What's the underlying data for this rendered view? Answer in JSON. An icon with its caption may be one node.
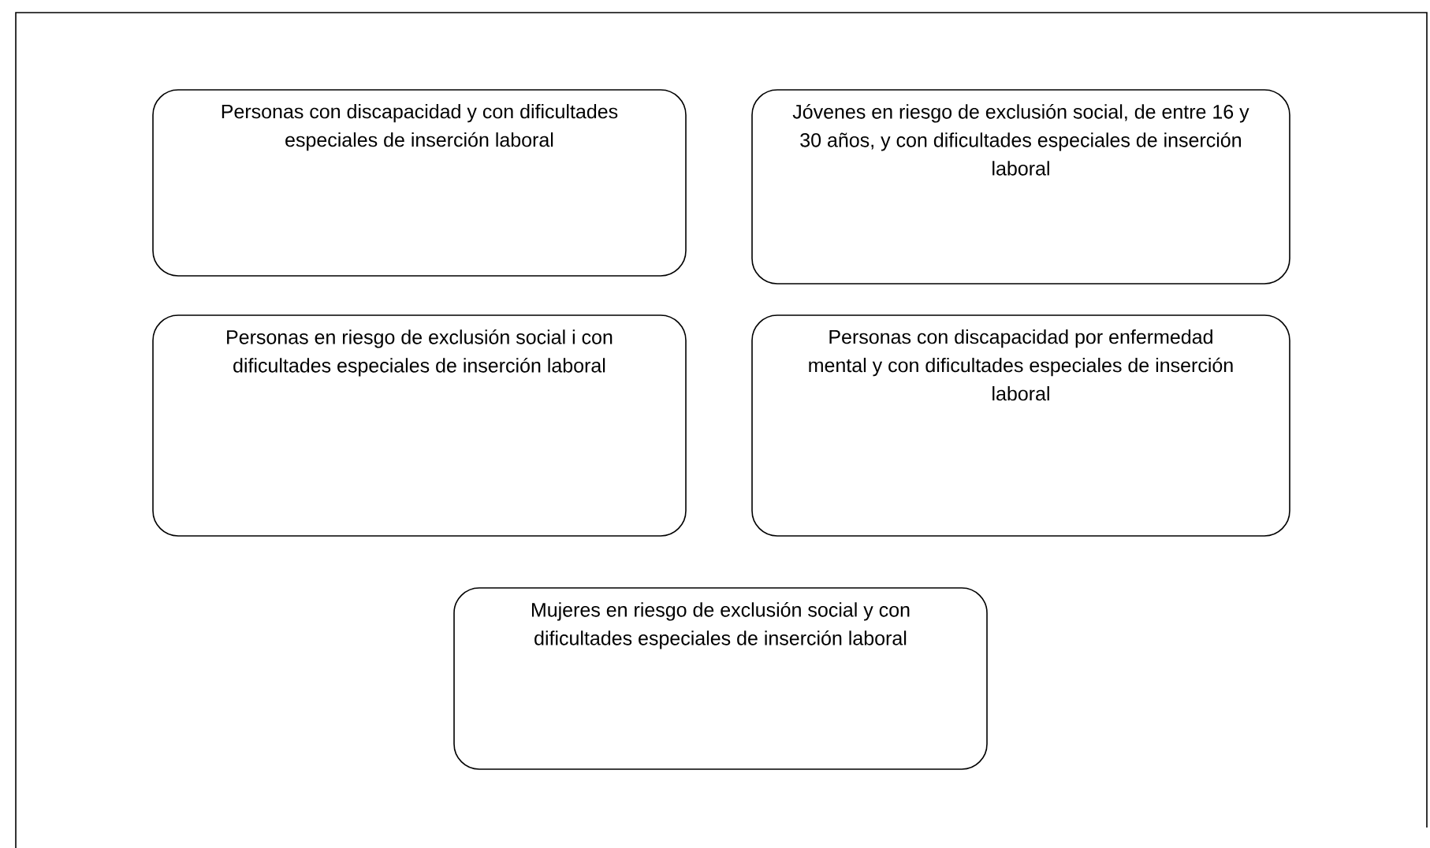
{
  "diagram": {
    "nodes": [
      {
        "text": [
          "Personas con discapacidad y con dificultades especiales de inserción laboral"
        ]
      },
      {
        "text": [
          "Jóvenes en riesgo de exclusión social, de entre 16 y 30 años, y con dificultades especiales de inserción laboral"
        ]
      },
      {
        "text": [
          "Personas en riesgo de exclusión social i con dificultades especiales de inserción laboral"
        ]
      },
      {
        "text": [
          "Personas con discapacidad por enfermedad mental y con dificultades especiales de inserción laboral"
        ]
      },
      {
        "text": [
          "Mujeres en riesgo de exclusión social y con dificultades especiales de inserción laboral"
        ]
      }
    ]
  }
}
